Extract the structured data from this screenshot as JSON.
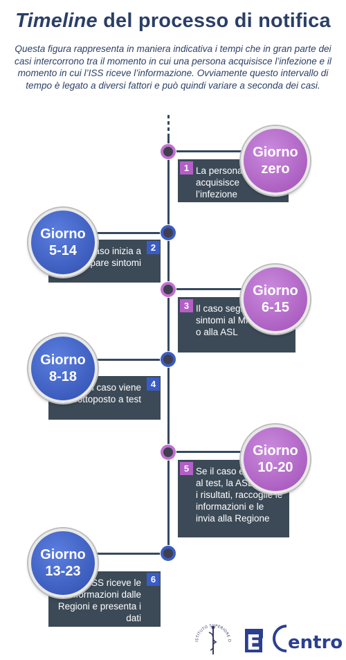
{
  "header": {
    "title_em": "Timeline",
    "title_rest": " del processo di notifica",
    "intro": "Questa figura rappresenta in maniera indicativa i tempi che in gran parte dei casi intercorrono tra il momento in cui una persona acquisisce l’infezione e il momento in cui l’ISS riceve l’informazione. Ovviamente questo intervallo di tempo è legato a diversi fattori e può quindi variare a seconda dei casi."
  },
  "steps": [
    {
      "number": "1",
      "day_word": "Giorno",
      "day_value": "zero",
      "text": "La persona (caso) acquisisce l’infezione",
      "color": "#b35fc7"
    },
    {
      "number": "2",
      "day_word": "Giorno",
      "day_value": "5-14",
      "text": "Il caso inizia a sviluppare sintomi",
      "color": "#3b5cc4"
    },
    {
      "number": "3",
      "day_word": "Giorno",
      "day_value": "6-15",
      "text": "Il caso segnala i sintomi al MMG/PLS o alla ASL",
      "color": "#b35fc7"
    },
    {
      "number": "4",
      "day_word": "Giorno",
      "day_value": "8-18",
      "text": "Il caso viene sottoposto a test",
      "color": "#3b5cc4"
    },
    {
      "number": "5",
      "day_word": "Giorno",
      "day_value": "10-20",
      "text": "Se il caso è positivo al test, la ASL riceve i risultati, raccoglie le informazioni e le invia  alla Regione",
      "color": "#b35fc7"
    },
    {
      "number": "6",
      "day_word": "Giorno",
      "day_value": "13-23",
      "text": "L’ISS riceve le informazioni dalle Regioni e presenta i dati",
      "color": "#3b5cc4"
    }
  ],
  "logos": {
    "iss_text": "ISTITUTO SUPERIORE DI SANITÀ",
    "epi_left": "Epi",
    "epi_right": "entro"
  }
}
